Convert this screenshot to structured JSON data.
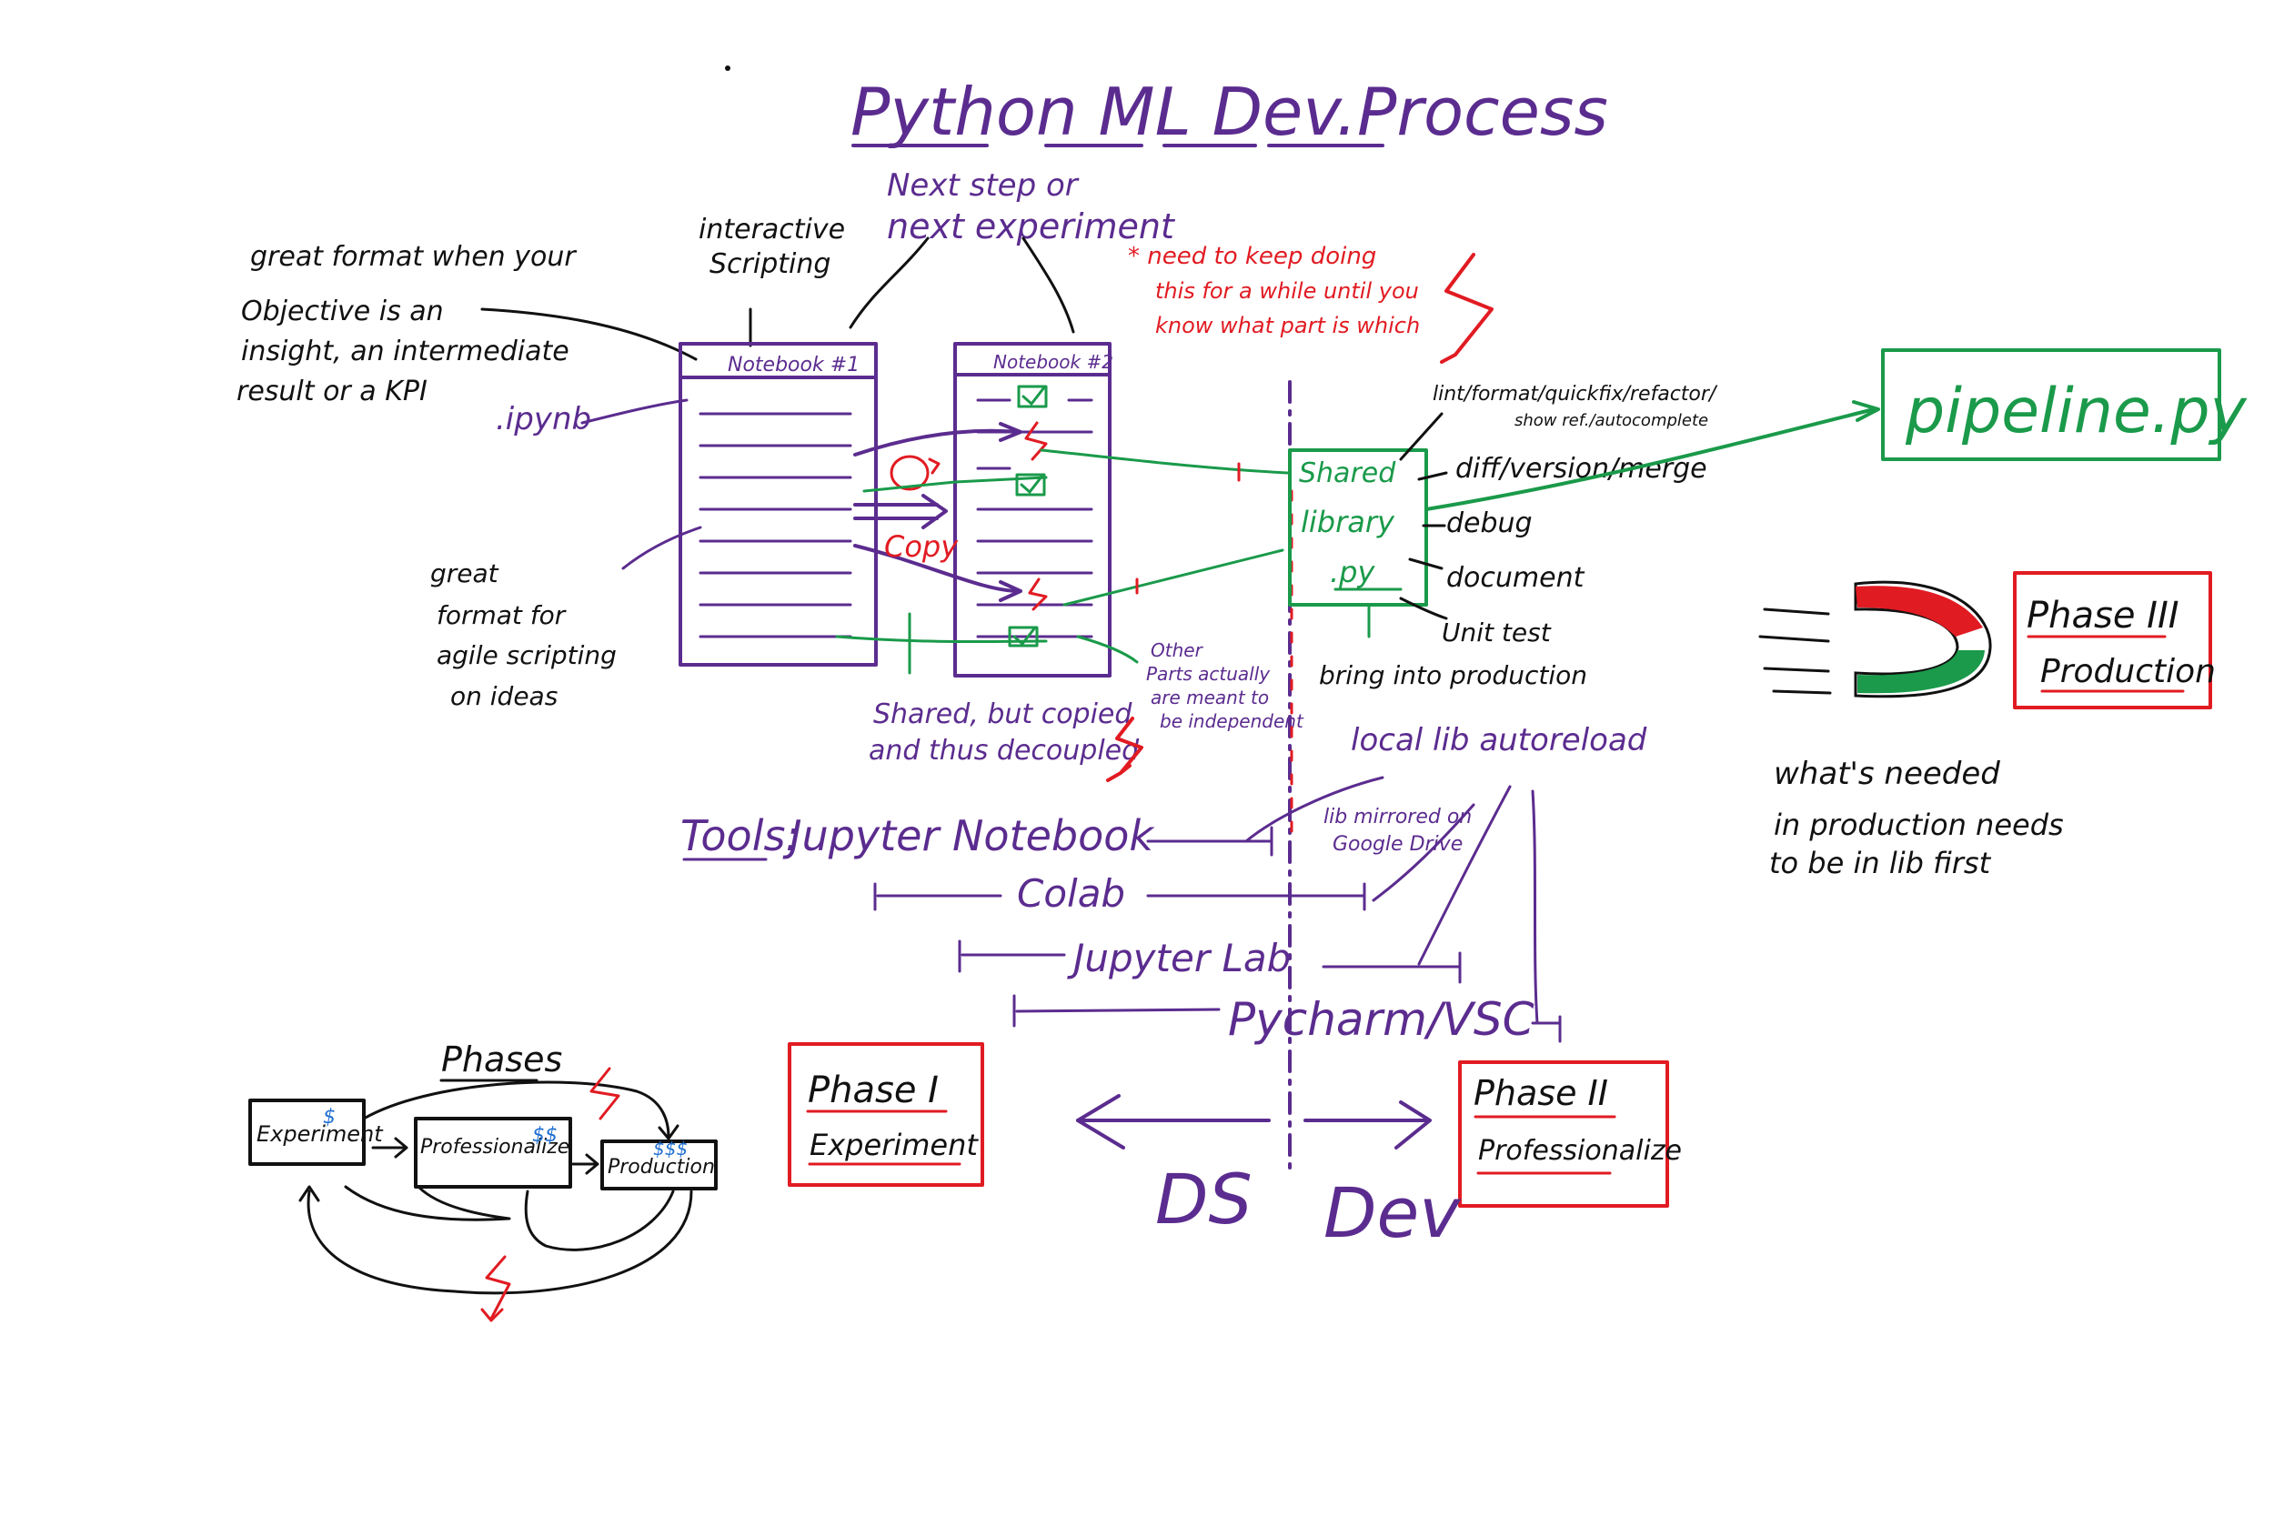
{
  "title": "Python ML Dev.Process",
  "notes": {
    "next_step": [
      "Next step or",
      "next experiment"
    ],
    "interactive": [
      "interactive",
      "Scripting"
    ],
    "great_format": [
      "great format when your",
      "Objective is an",
      "insight, an intermediate",
      "result or a KPI"
    ],
    "ipynb": ".ipynb",
    "great_agile": [
      "great",
      "format for",
      "agile scripting",
      "on ideas"
    ],
    "need_keep": [
      "* need to keep doing",
      "this for a while until you",
      "know what part is which"
    ],
    "copy": "Copy",
    "shared_copied": [
      "Shared, but copied",
      "and thus decoupled"
    ],
    "other_parts": [
      "Other",
      "Parts actually",
      "are meant to",
      "be independent"
    ],
    "lint": [
      "lint/format/quickfix/refactor/",
      "show ref./autocomplete"
    ],
    "diff": "diff/version/merge",
    "debug": "debug",
    "document": "document",
    "unit_test": "Unit test",
    "bring_prod": "bring into production",
    "local_lib": "local lib autoreload",
    "lib_mirrored": [
      "lib mirrored on",
      "Google Drive"
    ],
    "whats_needed": [
      "what's needed",
      "in production needs",
      "to be in lib first"
    ]
  },
  "notebooks": {
    "nb1": "Notebook #1",
    "nb2": "Notebook #2"
  },
  "library": {
    "label_1": "Shared",
    "label_2": "library",
    "ext": ".py"
  },
  "pipeline": "pipeline.py",
  "tools": {
    "label": "Tools:",
    "items": [
      "Jupyter Notebook",
      "Colab",
      "Jupyter Lab",
      "Pycharm/VSC"
    ]
  },
  "phase_boxes": {
    "p1": [
      "Phase I",
      "Experiment"
    ],
    "p2": [
      "Phase II",
      "Professionalize"
    ],
    "p3": [
      "Phase III",
      "Production"
    ]
  },
  "roles": {
    "ds": "DS",
    "dev": "Dev"
  },
  "phases_mini": {
    "title": "Phases",
    "boxes": [
      "Experiment",
      "Professionalize",
      "Production"
    ],
    "money": [
      "$",
      "$$",
      "$$$"
    ]
  },
  "colors": {
    "purple": "#5b2c8f",
    "black": "#111111",
    "green": "#1a9a4a",
    "red": "#e11b22",
    "blue": "#1f6fd1"
  }
}
